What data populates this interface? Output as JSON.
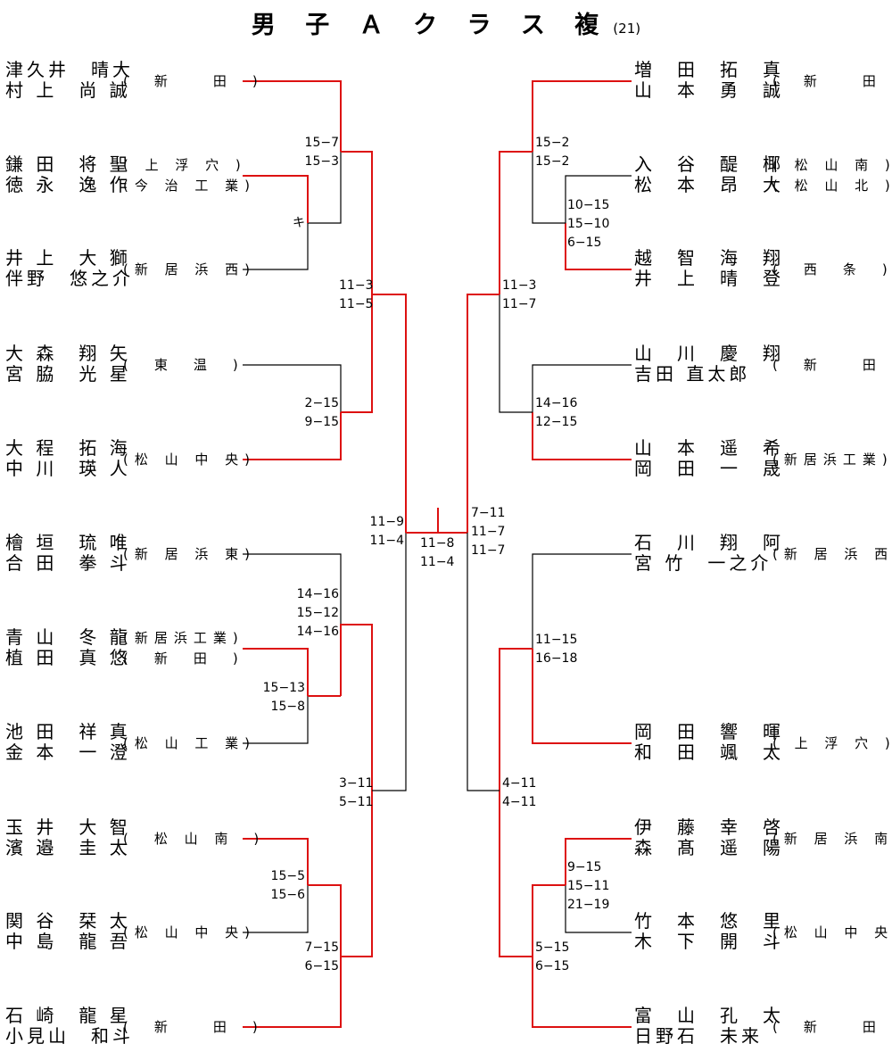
{
  "title": "男 子 Ａ ク ラ ス 複",
  "count": "(21)",
  "colors": {
    "winner_line": "#dd1111",
    "loser_line": "#000000"
  },
  "left_entries": [
    {
      "names": [
        "津久井　晴大",
        "村 上　尚 誠"
      ],
      "school": "(　新　　田　)"
    },
    {
      "names": [
        "鎌 田　将 聖",
        "徳 永　逸 作"
      ],
      "schools": [
        "( 上 浮 穴 )",
        "(今 治 工 業)"
      ]
    },
    {
      "names": [
        "井 上　大 獅",
        "伴野　悠之介"
      ],
      "school": "(新 居 浜 西)"
    },
    {
      "names": [
        "大 森　翔 矢",
        "宮 脇　光 星"
      ],
      "school": "(　東　温　)"
    },
    {
      "names": [
        "大 程　拓 海",
        "中 川　瑛 人"
      ],
      "school": "(松 山 中 央)"
    },
    {
      "names": [
        "檜 垣　琉 唯",
        "合 田　拳 斗"
      ],
      "school": "(新 居 浜 東)"
    },
    {
      "names": [
        "青 山　冬 龍",
        "植 田　真 悠"
      ],
      "schools": [
        "(新居浜工業)",
        "(　新　田　)"
      ]
    },
    {
      "names": [
        "池 田　祥 真",
        "金 本　一 澄"
      ],
      "school": "(松 山 工 業)"
    },
    {
      "names": [
        "玉 井　大 智",
        "濱 邉　圭 太"
      ],
      "school": "(　松 山 南　)"
    },
    {
      "names": [
        "関 谷　栞 太",
        "中 島　龍 吾"
      ],
      "school": "(松 山 中 央)"
    },
    {
      "names": [
        "石 崎　龍 星",
        "小見山　和斗"
      ],
      "school": "(　新　　田　)"
    }
  ],
  "right_entries": [
    {
      "names": [
        "増　田　拓　真",
        "山　本　勇　誠"
      ],
      "school": "(　新　　田　)"
    },
    {
      "names": [
        "入　谷　醍　椰",
        "松　本　昂　大"
      ],
      "schools": [
        "( 松 山 南 )",
        "( 松 山 北 )"
      ]
    },
    {
      "names": [
        "越　智　海　翔",
        "井　上　晴　登"
      ],
      "school": "(　西　条　)"
    },
    {
      "names": [
        "山　川　慶　翔",
        "吉田 直太郎"
      ],
      "school": "(　新　　田　)"
    },
    {
      "names": [
        "山　本　遥　希",
        "岡　田　一　晟"
      ],
      "school": "(新居浜工業)"
    },
    {
      "names": [
        "石　川　翔　阿",
        "宮 竹　一之介"
      ],
      "school": "(新 居 浜 西)"
    },
    {
      "names": [
        "岡　田　響　暉",
        "和　田　颯　太"
      ],
      "school": "( 上 浮 穴 )"
    },
    {
      "names": [
        "伊　藤　幸　啓",
        "森　髙　遥　陽"
      ],
      "school": "(新 居 浜 南)"
    },
    {
      "names": [
        "竹　本　悠　里",
        "木　下　開　斗"
      ],
      "school": "(松 山 中 央)"
    },
    {
      "names": [
        "富　山　孔　太",
        "日野石　未来"
      ],
      "school": "(　新　　田　)"
    }
  ],
  "scores": {
    "l_r1_a": "15−7\n15−3",
    "l_r1_b": "キ",
    "l_r1_c": "15−13\n15−8",
    "l_r1_d": "15−5\n15−6",
    "l_r2_a": "11−3\n11−5",
    "l_r2_b": "2−15\n9−15",
    "l_r2_c": "14−16\n15−12\n14−16",
    "l_r2_d": "7−15\n6−15",
    "l_r3_a": "11−9\n11−4",
    "l_r3_b": "3−11\n5−11",
    "final": "11−8\n11−4",
    "r_r1_a": "10−15\n15−10\n6−15",
    "r_r1_b": "9−15\n15−11\n21−19",
    "r_r2_a": "15−2\n15−2",
    "r_r2_b": "14−16\n12−15",
    "r_r2_c": "11−15\n16−18",
    "r_r2_d": "5−15\n6−15",
    "r_r3_a": "11−3\n11−7",
    "r_r3_b": "4−11\n4−11",
    "r_sf": "7−11\n11−7\n11−7"
  }
}
